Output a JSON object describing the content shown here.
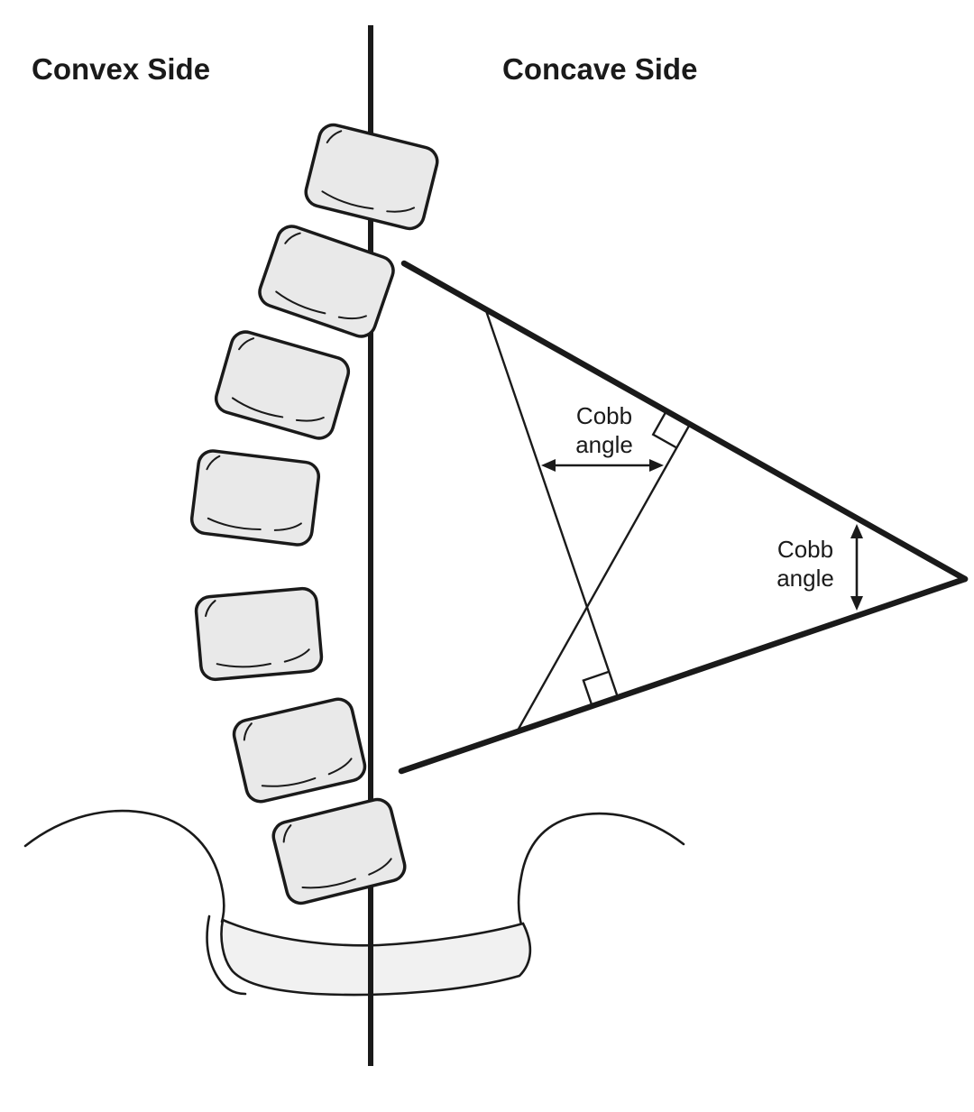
{
  "figure": {
    "vertebrae_count": 7
  },
  "labels": {
    "convex_side": "Convex Side",
    "concave_side": "Concave Side",
    "cobb_angle_inner": {
      "word1": "Cobb",
      "word2": "angle"
    },
    "cobb_angle_apex": {
      "word1": "Cobb",
      "word2": "angle"
    }
  },
  "colors": {
    "background": "#ffffff",
    "stroke": "#1a1a1a",
    "vertebra_fill": "#e9e9e9",
    "sacrum_fill": "#f1f1f1"
  }
}
